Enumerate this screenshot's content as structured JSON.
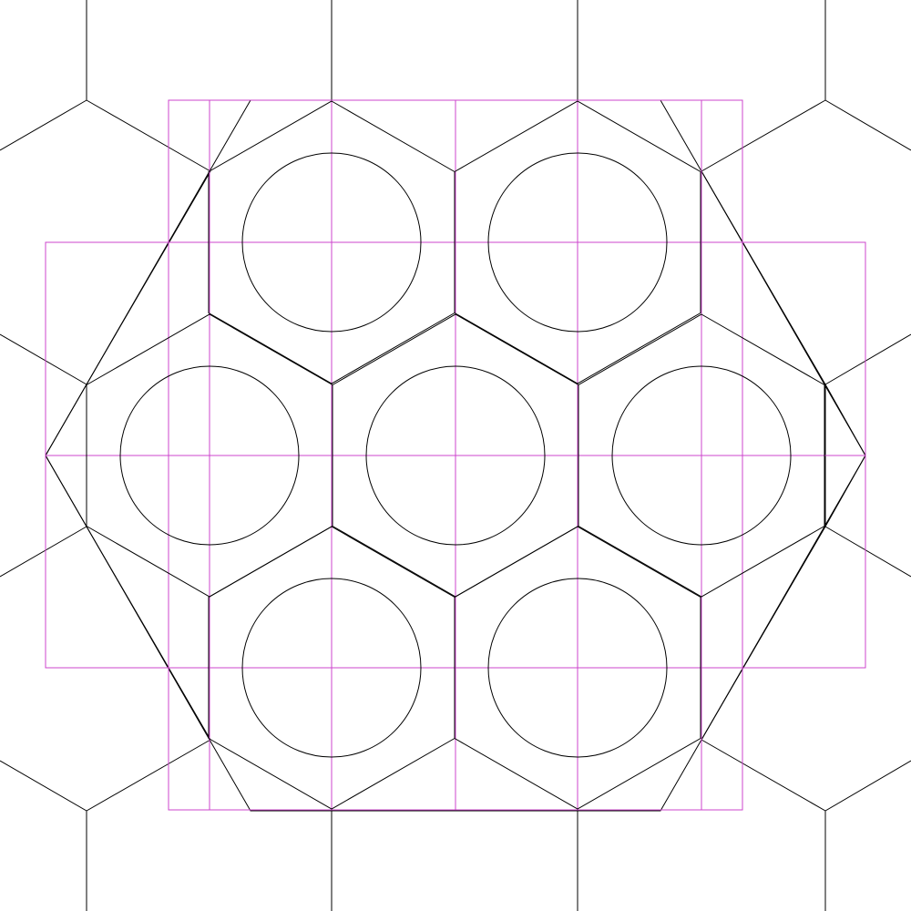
{
  "diagram": {
    "background": "#ffffff",
    "colors": {
      "outline": "#000000",
      "guide": "#cc44cc"
    },
    "layers": [
      "hex-grid-outline",
      "guide-lines",
      "inner-hexes",
      "circles"
    ],
    "counts": {
      "circles": 7,
      "inner_hexes": 7
    }
  }
}
